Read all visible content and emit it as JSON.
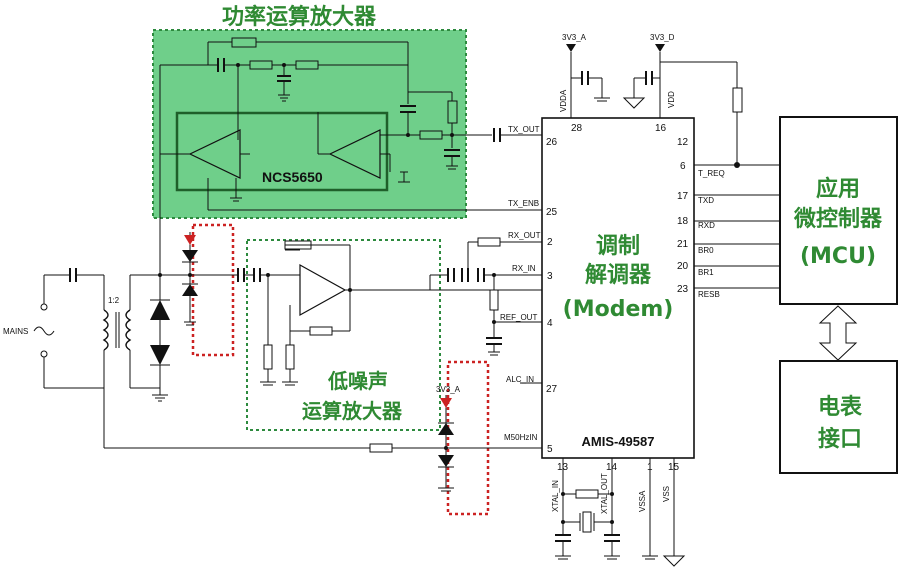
{
  "blocks": {
    "power_amp": "功率运算放大器",
    "lna_line1": "低噪声",
    "lna_line2": "运算放大器",
    "modem_line1": "调制",
    "modem_line2": "解调器",
    "modem_line3": "(Modem)",
    "mcu_line1": "应用",
    "mcu_line2": "微控制器",
    "mcu_line3": "(MCU)",
    "meter_line1": "电表",
    "meter_line2": "接口"
  },
  "parts": {
    "ncs": "NCS5650",
    "chip": "AMIS-49587",
    "mains": "MAINS",
    "ratio": "1:2"
  },
  "supplies": {
    "v3a": "3V3_A",
    "v3d": "3V3_D",
    "v3a2": "3V3_A",
    "vdda": "VDDA",
    "vdd": "VDD",
    "vssa": "VSSA",
    "vss": "VSS"
  },
  "signals": {
    "tx_out": "TX_OUT",
    "tx_enb": "TX_ENB",
    "rx_out": "RX_OUT",
    "rx_in": "RX_IN",
    "ref_out": "REF_OUT",
    "alc_in": "ALC_IN",
    "m50": "M50HzIN",
    "t_req": "T_REQ",
    "txd": "TXD",
    "rxd": "RXD",
    "br0": "BR0",
    "br1": "BR1",
    "resb": "RESB",
    "xtal_in": "XTAL_IN",
    "xtal_out": "XTAL_OUT"
  },
  "pins": {
    "p28": "28",
    "p16": "16",
    "p26": "26",
    "p25": "25",
    "p2": "2",
    "p3": "3",
    "p4": "4",
    "p27": "27",
    "p5": "5",
    "p12": "12",
    "p6": "6",
    "p17": "17",
    "p18": "18",
    "p21": "21",
    "p20": "20",
    "p23": "23",
    "p13": "13",
    "p14": "14",
    "p1": "1",
    "p15": "15"
  },
  "colors": {
    "green_text": "#2f8a33",
    "green_fill": "#6fcf8a",
    "green_border": "#2d8a3e",
    "red_dots": "#cc2222"
  }
}
